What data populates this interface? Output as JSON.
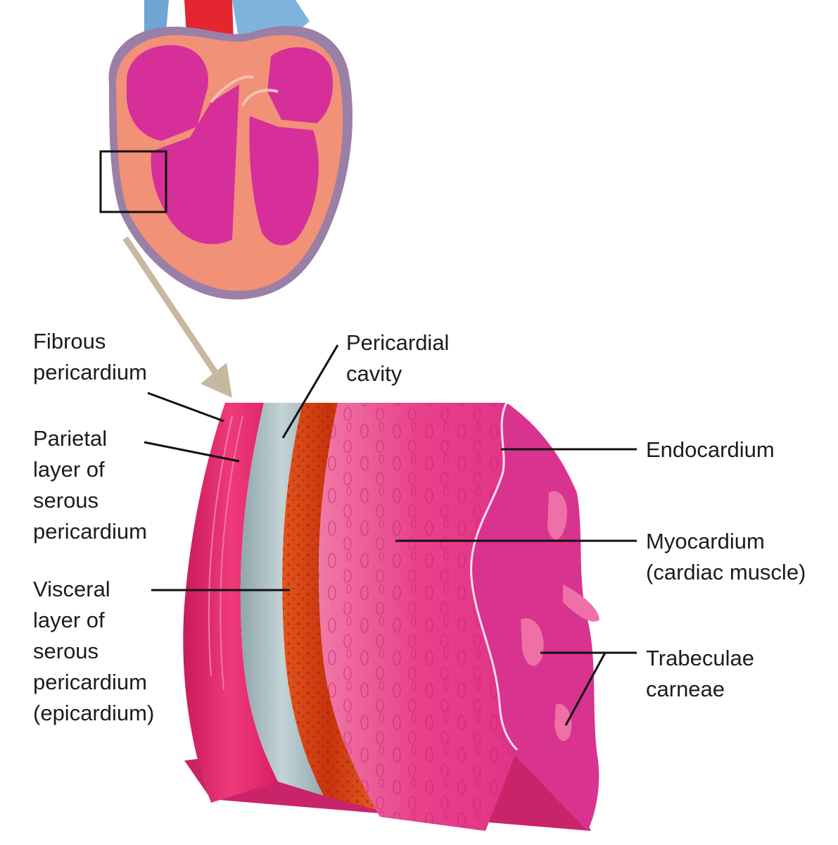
{
  "labels": {
    "fibrous": [
      "Fibrous",
      "pericardium"
    ],
    "parietal": [
      "Parietal",
      "layer of",
      "serous",
      "pericardium"
    ],
    "visceral": [
      "Visceral",
      "layer of",
      "serous",
      "pericardium",
      "(epicardium)"
    ],
    "cavity": [
      "Pericardial",
      "cavity"
    ],
    "endocardium": [
      "Endocardium"
    ],
    "myocardium": [
      "Myocardium",
      "(cardiac muscle)"
    ],
    "trabeculae": [
      "Trabeculae",
      "carneae"
    ]
  },
  "colors": {
    "heart_chamber": "#d62f9a",
    "heart_wall": "#f19178",
    "artery": "#e3262f",
    "vein": "#6fa6d6",
    "fibrous_layer": "#e8266c",
    "cavity_layer": "#a9bcc0",
    "epicardium_layer": "#d94818",
    "myocardium_layer": "#e7387f",
    "endocardium_layer": "#d8338e"
  }
}
